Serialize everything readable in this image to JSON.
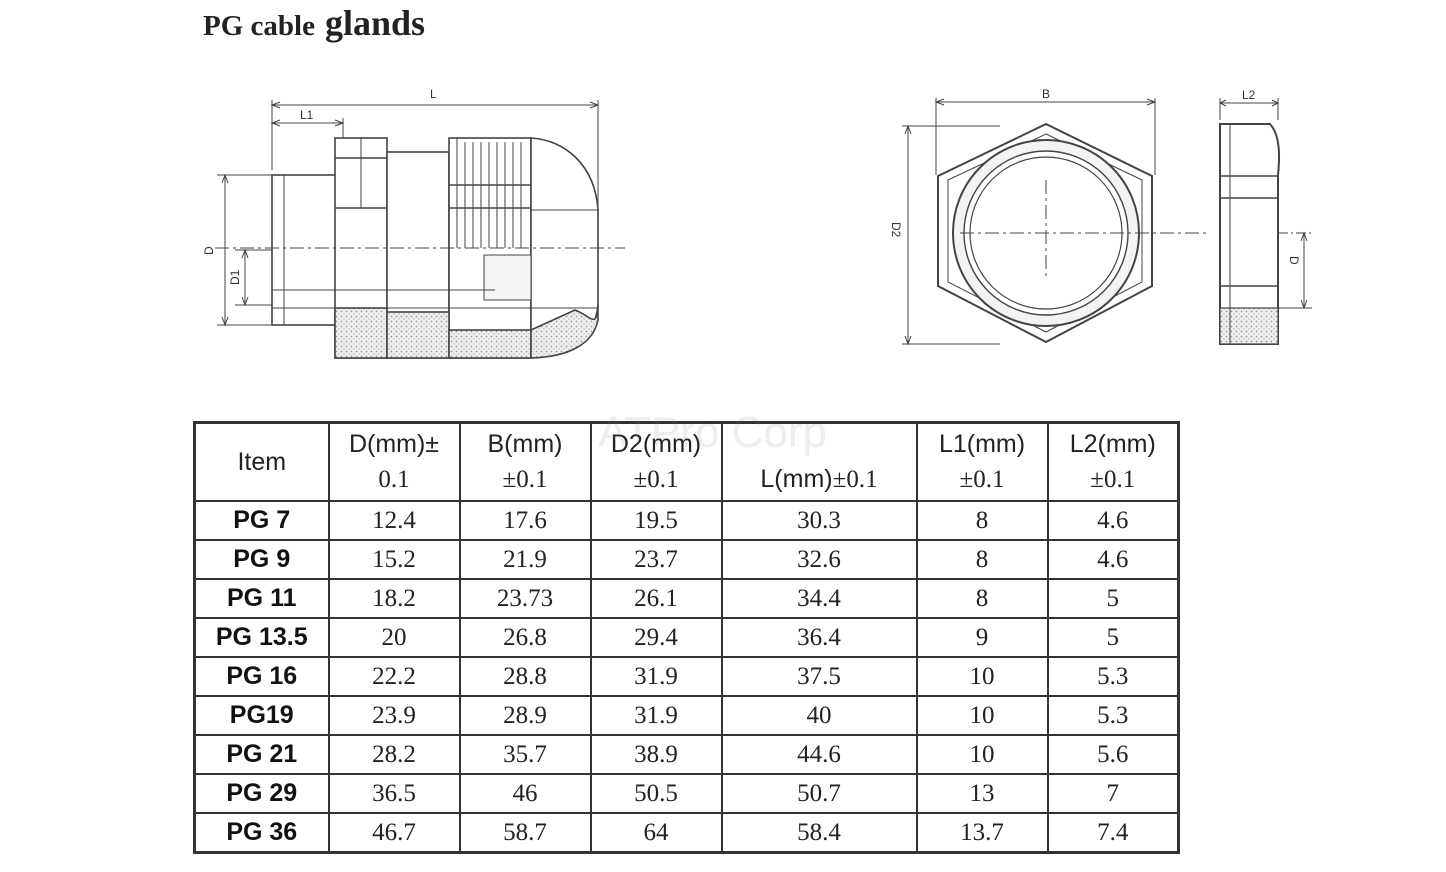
{
  "title": {
    "part1": "PG cable",
    "part2": "glands"
  },
  "drawing": {
    "side": {
      "L": "L",
      "L1": "L1",
      "D": "D",
      "D1": "D1"
    },
    "nut": {
      "B": "B",
      "D2": "D2",
      "L2": "L2",
      "D": "D"
    }
  },
  "watermark": "ATPro Corp",
  "table": {
    "headers": {
      "item": "Item",
      "d_top": "D(mm)±",
      "d_bot": "0.1",
      "b_top": "B(mm)",
      "b_bot": "±0.1",
      "d2_top": "D2(mm)",
      "d2_bot": "±0.1",
      "l_main": "L(mm)",
      "l_tol": "±0.1",
      "l1_top": "L1(mm)",
      "l1_bot": "±0.1",
      "l2_top": "L2(mm)",
      "l2_bot": "±0.1"
    },
    "rows": [
      {
        "item": "PG 7",
        "d": "12.4",
        "b": "17.6",
        "d2": "19.5",
        "l": "30.3",
        "l1": "8",
        "l2": "4.6"
      },
      {
        "item": "PG 9",
        "d": "15.2",
        "b": "21.9",
        "d2": "23.7",
        "l": "32.6",
        "l1": "8",
        "l2": "4.6"
      },
      {
        "item": "PG 11",
        "d": "18.2",
        "b": "23.73",
        "d2": "26.1",
        "l": "34.4",
        "l1": "8",
        "l2": "5"
      },
      {
        "item": "PG 13.5",
        "d": "20",
        "b": "26.8",
        "d2": "29.4",
        "l": "36.4",
        "l1": "9",
        "l2": "5"
      },
      {
        "item": "PG 16",
        "d": "22.2",
        "b": "28.8",
        "d2": "31.9",
        "l": "37.5",
        "l1": "10",
        "l2": "5.3"
      },
      {
        "item": "PG19",
        "d": "23.9",
        "b": "28.9",
        "d2": "31.9",
        "l": "40",
        "l1": "10",
        "l2": "5.3"
      },
      {
        "item": "PG 21",
        "d": "28.2",
        "b": "35.7",
        "d2": "38.9",
        "l": "44.6",
        "l1": "10",
        "l2": "5.6"
      },
      {
        "item": "PG 29",
        "d": "36.5",
        "b": "46",
        "d2": "50.5",
        "l": "50.7",
        "l1": "13",
        "l2": "7"
      },
      {
        "item": "PG 36",
        "d": "46.7",
        "b": "58.7",
        "d2": "64",
        "l": "58.4",
        "l1": "13.7",
        "l2": "7.4"
      }
    ]
  }
}
